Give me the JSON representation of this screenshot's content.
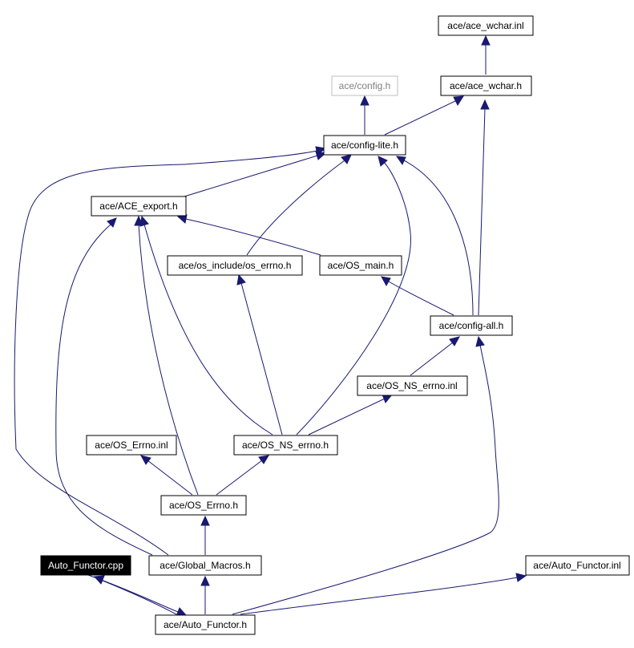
{
  "diagram": {
    "type": "include-dependency-graph",
    "colors": {
      "edge": "#191970",
      "box_stroke": "#000000",
      "muted_stroke": "#bfbfbf",
      "root_fill": "#000000"
    },
    "nodes": {
      "ace_wchar_inl": "ace/ace_wchar.inl",
      "config_h": "ace/config.h",
      "ace_wchar_h": "ace/ace_wchar.h",
      "config_lite_h": "ace/config-lite.h",
      "ace_export_h": "ace/ACE_export.h",
      "os_include_os_errno_h": "ace/os_include/os_errno.h",
      "os_main_h": "ace/OS_main.h",
      "config_all_h": "ace/config-all.h",
      "os_ns_errno_inl": "ace/OS_NS_errno.inl",
      "os_errno_inl": "ace/OS_Errno.inl",
      "os_ns_errno_h": "ace/OS_NS_errno.h",
      "os_errno_h": "ace/OS_Errno.h",
      "auto_functor_cpp": "Auto_Functor.cpp",
      "global_macros_h": "ace/Global_Macros.h",
      "auto_functor_inl": "ace/Auto_Functor.inl",
      "auto_functor_h": "ace/Auto_Functor.h"
    },
    "edges": [
      [
        "ace_wchar_h",
        "ace_wchar_inl"
      ],
      [
        "config_lite_h",
        "config_h"
      ],
      [
        "config_lite_h",
        "ace_wchar_h"
      ],
      [
        "ace_export_h",
        "config_lite_h"
      ],
      [
        "os_include_os_errno_h",
        "config_lite_h"
      ],
      [
        "os_main_h",
        "ace_export_h"
      ],
      [
        "config_all_h",
        "config_lite_h"
      ],
      [
        "config_all_h",
        "ace_wchar_h"
      ],
      [
        "config_all_h",
        "os_main_h"
      ],
      [
        "os_ns_errno_inl",
        "config_all_h"
      ],
      [
        "os_ns_errno_h",
        "os_include_os_errno_h"
      ],
      [
        "os_ns_errno_h",
        "config_lite_h"
      ],
      [
        "os_ns_errno_h",
        "ace_export_h"
      ],
      [
        "os_ns_errno_h",
        "os_ns_errno_inl"
      ],
      [
        "os_errno_h",
        "ace_export_h"
      ],
      [
        "os_errno_h",
        "os_errno_inl"
      ],
      [
        "os_errno_h",
        "os_ns_errno_h"
      ],
      [
        "global_macros_h",
        "os_errno_h"
      ],
      [
        "global_macros_h",
        "config_lite_h"
      ],
      [
        "global_macros_h",
        "ace_export_h"
      ],
      [
        "auto_functor_h",
        "global_macros_h"
      ],
      [
        "auto_functor_h",
        "auto_functor_cpp"
      ],
      [
        "auto_functor_cpp",
        "auto_functor_h"
      ],
      [
        "auto_functor_h",
        "auto_functor_inl"
      ],
      [
        "auto_functor_h",
        "config_all_h"
      ]
    ]
  }
}
